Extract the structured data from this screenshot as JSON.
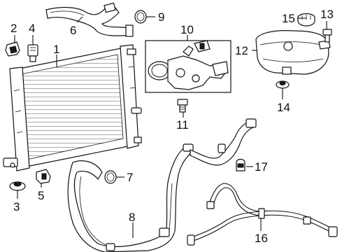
{
  "diagram": {
    "callouts": [
      {
        "id": "1",
        "label": "1"
      },
      {
        "id": "2",
        "label": "2"
      },
      {
        "id": "3",
        "label": "3"
      },
      {
        "id": "4",
        "label": "4"
      },
      {
        "id": "5",
        "label": "5"
      },
      {
        "id": "6",
        "label": "6"
      },
      {
        "id": "7",
        "label": "7"
      },
      {
        "id": "8",
        "label": "8"
      },
      {
        "id": "9",
        "label": "9"
      },
      {
        "id": "10",
        "label": "10"
      },
      {
        "id": "11",
        "label": "11"
      },
      {
        "id": "12",
        "label": "12"
      },
      {
        "id": "13",
        "label": "13"
      },
      {
        "id": "14",
        "label": "14"
      },
      {
        "id": "15",
        "label": "15"
      },
      {
        "id": "16",
        "label": "16"
      },
      {
        "id": "17",
        "label": "17"
      }
    ],
    "parts": [
      {
        "callout": "1",
        "name": "radiator"
      },
      {
        "callout": "2",
        "name": "bracket"
      },
      {
        "callout": "3",
        "name": "grommet"
      },
      {
        "callout": "4",
        "name": "drain plug"
      },
      {
        "callout": "5",
        "name": "clip"
      },
      {
        "callout": "6",
        "name": "upper hose"
      },
      {
        "callout": "7",
        "name": "o-ring"
      },
      {
        "callout": "8",
        "name": "lower hose"
      },
      {
        "callout": "9",
        "name": "o-ring"
      },
      {
        "callout": "10",
        "name": "thermostat housing"
      },
      {
        "callout": "11",
        "name": "bolt"
      },
      {
        "callout": "12",
        "name": "coolant reservoir"
      },
      {
        "callout": "13",
        "name": "bolt"
      },
      {
        "callout": "14",
        "name": "grommet"
      },
      {
        "callout": "15",
        "name": "reservoir cap"
      },
      {
        "callout": "16",
        "name": "overflow hose"
      },
      {
        "callout": "17",
        "name": "clip"
      }
    ]
  }
}
